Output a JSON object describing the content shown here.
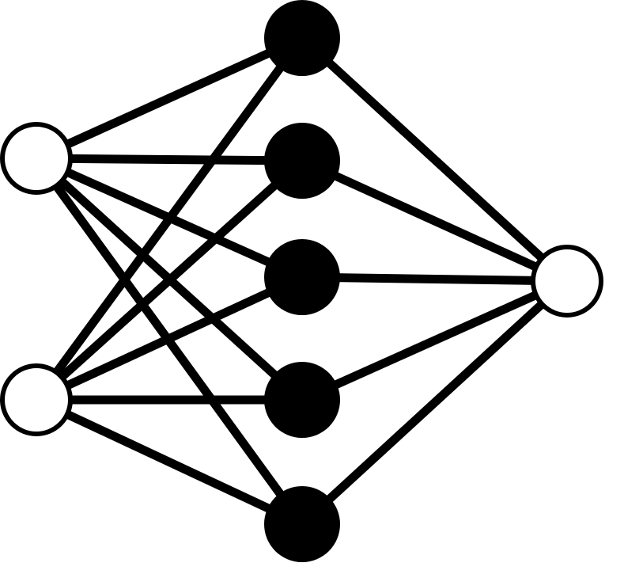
{
  "diagram": {
    "type": "neural-network",
    "colors": {
      "background": "#ffffff",
      "edge": "#000000",
      "input_node_fill": "#ffffff",
      "hidden_node_fill": "#000000",
      "output_node_fill": "#ffffff",
      "node_stroke": "#000000"
    },
    "layers": [
      {
        "name": "input",
        "nodes": [
          "in-1",
          "in-2"
        ],
        "style": "open"
      },
      {
        "name": "hidden",
        "nodes": [
          "h-1",
          "h-2",
          "h-3",
          "h-4",
          "h-5"
        ],
        "style": "filled"
      },
      {
        "name": "output",
        "nodes": [
          "out-1"
        ],
        "style": "open"
      }
    ],
    "connections": [
      [
        "in-1",
        "h-1"
      ],
      [
        "in-1",
        "h-2"
      ],
      [
        "in-1",
        "h-3"
      ],
      [
        "in-1",
        "h-4"
      ],
      [
        "in-1",
        "h-5"
      ],
      [
        "in-2",
        "h-1"
      ],
      [
        "in-2",
        "h-2"
      ],
      [
        "in-2",
        "h-3"
      ],
      [
        "in-2",
        "h-4"
      ],
      [
        "in-2",
        "h-5"
      ],
      [
        "h-1",
        "out-1"
      ],
      [
        "h-2",
        "out-1"
      ],
      [
        "h-3",
        "out-1"
      ],
      [
        "h-4",
        "out-1"
      ],
      [
        "h-5",
        "out-1"
      ]
    ]
  }
}
